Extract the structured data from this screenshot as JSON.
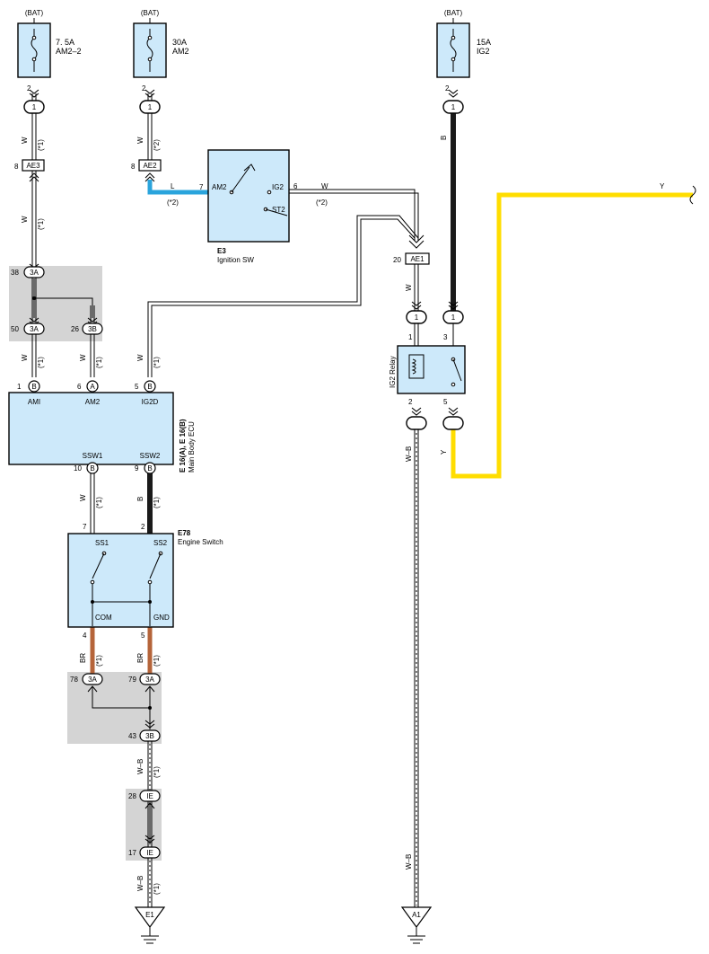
{
  "fuses": [
    {
      "source": "(BAT)",
      "rating": "7. 5A",
      "name": "AM2–2",
      "pin": "2"
    },
    {
      "source": "(BAT)",
      "rating": "30A",
      "name": "AM2",
      "pin": "2"
    },
    {
      "source": "(BAT)",
      "rating": "15A",
      "name": "IG2",
      "pin": "2"
    }
  ],
  "connectors": {
    "c1": "1",
    "c2": "1",
    "c3": "1",
    "ae3": "AE3",
    "ae3_pin": "8",
    "ae2": "AE2",
    "ae2_pin": "8",
    "ae1": "AE1",
    "ae1_pin": "20",
    "j38": "3A",
    "j38_pin": "38",
    "j50": "3A",
    "j50_pin": "50",
    "j26": "3B",
    "j26_pin": "26",
    "ecu_b1": "B",
    "ecu_b1_pin": "1",
    "ecu_a6": "A",
    "ecu_a6_pin": "6",
    "ecu_b5": "B",
    "ecu_b5_pin": "5",
    "ecu_b10": "B",
    "ecu_b10_pin": "10",
    "ecu_b9": "B",
    "ecu_b9_pin": "9",
    "j78": "3A",
    "j78_pin": "78",
    "j79": "3A",
    "j79_pin": "79",
    "j43": "3B",
    "j43_pin": "43",
    "ie28": "IE",
    "ie28_pin": "28",
    "ie17": "IE",
    "ie17_pin": "17",
    "r1": "1",
    "r2": "1",
    "r3": "1"
  },
  "wires": {
    "w": "W",
    "l": "L",
    "b": "B",
    "y": "Y",
    "br": "BR",
    "wb": "W–B",
    "note1": "(*1)",
    "note2": "(*2)"
  },
  "ignition": {
    "code": "E3",
    "name": "Ignition SW",
    "am2": "AM2",
    "ig2": "IG2",
    "st2": "ST2",
    "pin_am2": "7",
    "pin_ig2": "6"
  },
  "ecu": {
    "code": "E 16(A), E 16(B)",
    "name": "Main Body ECU",
    "ami": "AMI",
    "am2": "AM2",
    "ig2d": "IG2D",
    "ssw1": "SSW1",
    "ssw2": "SSW2"
  },
  "engine_switch": {
    "code": "E78",
    "name": "Engine Switch",
    "ss1": "SS1",
    "ss2": "SS2",
    "com": "COM",
    "gnd": "GND",
    "p7": "7",
    "p2": "2",
    "p4": "4",
    "p5": "5"
  },
  "relay": {
    "name": "IG2 Relay",
    "p1": "1",
    "p2": "2",
    "p3": "3",
    "p5": "5"
  },
  "grounds": {
    "e1": "E1",
    "a1": "A1"
  },
  "colors": {
    "blue": "#2aa4dc",
    "black": "#1a1a1a",
    "yellow": "#ffdd00",
    "brown": "#b5643a",
    "panel": "#cde9fa",
    "shade": "#d4d4d4"
  }
}
